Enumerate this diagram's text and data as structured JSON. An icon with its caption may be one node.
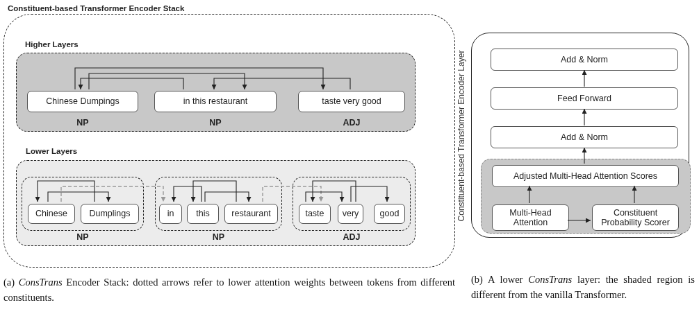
{
  "diagram": {
    "nodes": [
      {
        "text": [
          "Constituent-based Transformer Encoder Stack"
        ]
      },
      {
        "text": [
          "Higher Layers"
        ],
        "in": 0
      },
      {
        "text": [
          "Chinese Dumpings"
        ],
        "in": 1,
        "beside": [
          "NP"
        ]
      },
      {
        "text": [
          "in this restaurant"
        ],
        "in": 1,
        "beside": [
          "NP"
        ]
      },
      {
        "text": [
          "taste very good"
        ],
        "in": 1,
        "beside": [
          "ADJ"
        ]
      },
      {
        "text": [
          "Lower Layers"
        ],
        "in": 0
      },
      {
        "text": [],
        "shape": "box",
        "in": 5,
        "beside": [
          "NP"
        ]
      },
      {
        "text": [
          "Chinese"
        ],
        "in": 6
      },
      {
        "text": [
          "Dumplings"
        ],
        "in": 6
      },
      {
        "text": [],
        "shape": "box",
        "in": 5,
        "beside": [
          "NP"
        ]
      },
      {
        "text": [
          "in"
        ],
        "in": 9
      },
      {
        "text": [
          "this"
        ],
        "in": 9
      },
      {
        "text": [
          "restaurant"
        ],
        "in": 9
      },
      {
        "text": [],
        "shape": "box",
        "in": 5,
        "beside": [
          "ADJ"
        ]
      },
      {
        "text": [
          "taste"
        ],
        "in": 13
      },
      {
        "text": [
          "very"
        ],
        "in": 13
      },
      {
        "text": [
          "good"
        ],
        "in": 13
      },
      {
        "text": [
          "Constituent-based Transformer Encoder Layer"
        ]
      },
      {
        "text": [
          "Add & Norm"
        ],
        "in": 17
      },
      {
        "text": [
          "Feed Forward"
        ],
        "in": 17
      },
      {
        "text": [
          "Add & Norm"
        ],
        "in": 17
      },
      {
        "text": [],
        "shape": "box",
        "in": 17
      },
      {
        "text": [
          "Adjusted Multi-Head Attention Scores"
        ],
        "in": 21
      },
      {
        "text": [
          "Multi-Head Attention"
        ],
        "in": 21
      },
      {
        "text": [
          "Constituent Probability Scorer"
        ],
        "in": 21
      }
    ],
    "edges": [
      {
        "from": 2,
        "to": 4,
        "arrow": "to"
      },
      {
        "from": 2,
        "to": 3,
        "arrow": "to"
      },
      {
        "from": 3,
        "to": 2,
        "arrow": "to"
      },
      {
        "from": 4,
        "to": 3,
        "arrow": "to"
      },
      {
        "from": 8,
        "to": 7,
        "arrow": "to"
      },
      {
        "from": 7,
        "to": 8,
        "arrow": "to"
      },
      {
        "from": 7,
        "to": 10,
        "arrow": "to",
        "style": "dashed",
        "color": "#999999"
      },
      {
        "from": 11,
        "to": 10,
        "arrow": "to"
      },
      {
        "from": 12,
        "to": 11,
        "arrow": "to"
      },
      {
        "from": 11,
        "to": 12,
        "arrow": "to"
      },
      {
        "from": 12,
        "to": 14,
        "arrow": "to",
        "style": "dashed",
        "color": "#999999"
      },
      {
        "from": 15,
        "to": 14,
        "arrow": "to"
      },
      {
        "from": 14,
        "to": 15,
        "arrow": "to"
      },
      {
        "from": 15,
        "to": 16,
        "arrow": "to"
      },
      {
        "from": 23,
        "to": 22,
        "arrow": "to"
      },
      {
        "from": 24,
        "to": 22,
        "arrow": "to"
      },
      {
        "from": 23,
        "to": 24,
        "arrow": "to"
      },
      {
        "from": 22,
        "to": 20,
        "arrow": "to"
      },
      {
        "from": 20,
        "to": 19,
        "arrow": "to"
      },
      {
        "from": 19,
        "to": 18,
        "arrow": "to"
      }
    ],
    "labels": [
      "(a) *ConsTrans* Encoder Stack: dotted arrows refer to lower attention weights between tokens from different constituents.",
      "(b) A lower *ConsTrans* layer: the shaded region is different from the vanilla Transformer."
    ]
  }
}
